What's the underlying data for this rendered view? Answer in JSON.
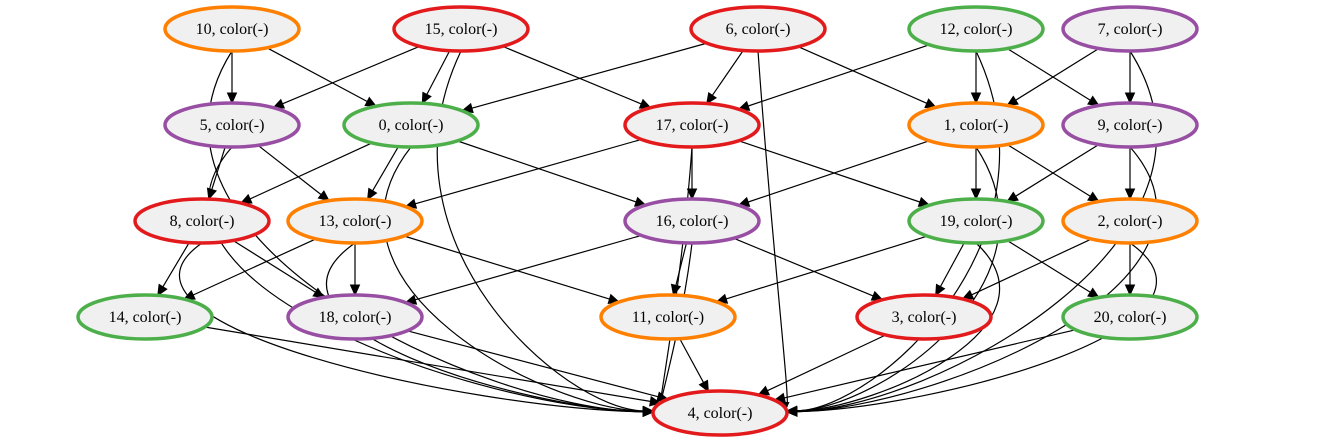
{
  "colors": {
    "red": "#e31a1c",
    "orange": "#ff7f00",
    "green": "#4daf4a",
    "purple": "#984ea3",
    "fill": "#f0f0f0"
  },
  "nodes": [
    {
      "id": "10",
      "label": "10, color(-)",
      "color": "orange"
    },
    {
      "id": "15",
      "label": "15, color(-)",
      "color": "red"
    },
    {
      "id": "6",
      "label": "6, color(-)",
      "color": "red"
    },
    {
      "id": "12",
      "label": "12, color(-)",
      "color": "green"
    },
    {
      "id": "7",
      "label": "7, color(-)",
      "color": "purple"
    },
    {
      "id": "5",
      "label": "5, color(-)",
      "color": "purple"
    },
    {
      "id": "0",
      "label": "0, color(-)",
      "color": "green"
    },
    {
      "id": "17",
      "label": "17, color(-)",
      "color": "red"
    },
    {
      "id": "1",
      "label": "1, color(-)",
      "color": "orange"
    },
    {
      "id": "9",
      "label": "9, color(-)",
      "color": "purple"
    },
    {
      "id": "8",
      "label": "8, color(-)",
      "color": "red"
    },
    {
      "id": "13",
      "label": "13, color(-)",
      "color": "orange"
    },
    {
      "id": "16",
      "label": "16, color(-)",
      "color": "purple"
    },
    {
      "id": "19",
      "label": "19, color(-)",
      "color": "green"
    },
    {
      "id": "2",
      "label": "2, color(-)",
      "color": "orange"
    },
    {
      "id": "14",
      "label": "14, color(-)",
      "color": "green"
    },
    {
      "id": "18",
      "label": "18, color(-)",
      "color": "purple"
    },
    {
      "id": "11",
      "label": "11, color(-)",
      "color": "orange"
    },
    {
      "id": "3",
      "label": "3, color(-)",
      "color": "red"
    },
    {
      "id": "20",
      "label": "20, color(-)",
      "color": "green"
    },
    {
      "id": "4",
      "label": "4, color(-)",
      "color": "red"
    }
  ],
  "edges": [
    [
      "10",
      "5"
    ],
    [
      "10",
      "0"
    ],
    [
      "10",
      "4"
    ],
    [
      "15",
      "5"
    ],
    [
      "15",
      "0"
    ],
    [
      "15",
      "17"
    ],
    [
      "15",
      "4"
    ],
    [
      "6",
      "0"
    ],
    [
      "6",
      "17"
    ],
    [
      "6",
      "1"
    ],
    [
      "6",
      "4"
    ],
    [
      "12",
      "17"
    ],
    [
      "12",
      "1"
    ],
    [
      "12",
      "9"
    ],
    [
      "12",
      "4"
    ],
    [
      "7",
      "1"
    ],
    [
      "7",
      "9"
    ],
    [
      "7",
      "4"
    ],
    [
      "5",
      "8"
    ],
    [
      "5",
      "13"
    ],
    [
      "5",
      "4"
    ],
    [
      "0",
      "8"
    ],
    [
      "0",
      "13"
    ],
    [
      "0",
      "16"
    ],
    [
      "0",
      "4"
    ],
    [
      "17",
      "13"
    ],
    [
      "17",
      "16"
    ],
    [
      "17",
      "19"
    ],
    [
      "17",
      "4"
    ],
    [
      "1",
      "16"
    ],
    [
      "1",
      "19"
    ],
    [
      "1",
      "2"
    ],
    [
      "1",
      "4"
    ],
    [
      "9",
      "19"
    ],
    [
      "9",
      "2"
    ],
    [
      "9",
      "4"
    ],
    [
      "8",
      "14"
    ],
    [
      "8",
      "18"
    ],
    [
      "8",
      "4"
    ],
    [
      "13",
      "14"
    ],
    [
      "13",
      "18"
    ],
    [
      "13",
      "11"
    ],
    [
      "13",
      "4"
    ],
    [
      "16",
      "18"
    ],
    [
      "16",
      "11"
    ],
    [
      "16",
      "3"
    ],
    [
      "16",
      "4"
    ],
    [
      "19",
      "11"
    ],
    [
      "19",
      "3"
    ],
    [
      "19",
      "20"
    ],
    [
      "19",
      "4"
    ],
    [
      "2",
      "3"
    ],
    [
      "2",
      "20"
    ],
    [
      "2",
      "4"
    ],
    [
      "14",
      "4"
    ],
    [
      "18",
      "4"
    ],
    [
      "11",
      "4"
    ],
    [
      "3",
      "4"
    ],
    [
      "20",
      "4"
    ]
  ]
}
